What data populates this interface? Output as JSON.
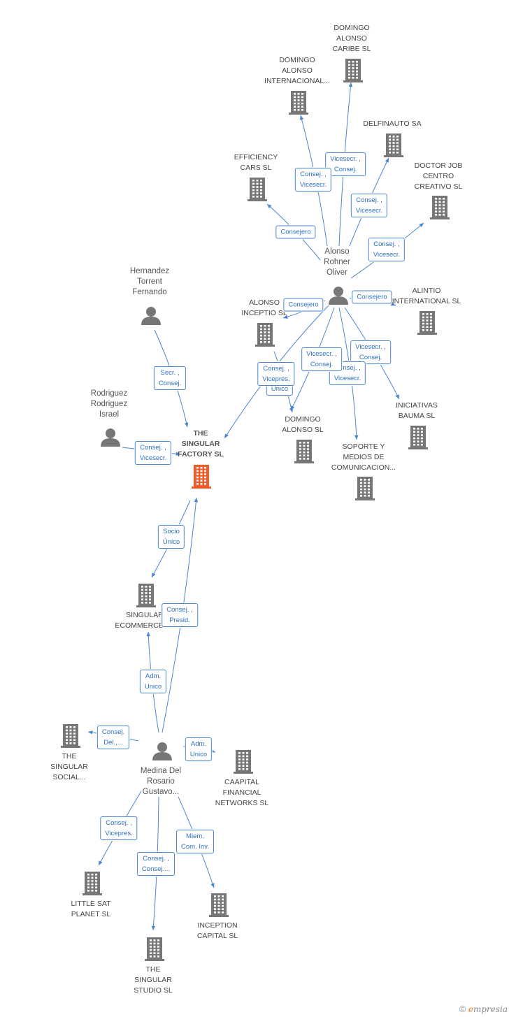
{
  "colors": {
    "edge": "#4a86d0",
    "edge_label_text": "#2d6fc2",
    "company_icon": "#777777",
    "focus_company_icon": "#f05a28",
    "person_icon": "#777777"
  },
  "nodes": [
    {
      "id": "domingo-caribe",
      "type": "company",
      "label": "DOMINGO\nALONSO\nCARIBE SL"
    },
    {
      "id": "domingo-internacional",
      "type": "company",
      "label": "DOMINGO\nALONSO\nINTERNACIONAL..."
    },
    {
      "id": "delfinauto",
      "type": "company",
      "label": "DELFINAUTO SA"
    },
    {
      "id": "efficiency-cars",
      "type": "company",
      "label": "EFFICIENCY\nCARS SL"
    },
    {
      "id": "doctor-job",
      "type": "company",
      "label": "DOCTOR JOB\nCENTRO\nCREATIVO SL"
    },
    {
      "id": "alonso-rohner",
      "type": "person",
      "label": "Alonso\nRohner\nOliver"
    },
    {
      "id": "alintio",
      "type": "company",
      "label": "ALINTIO\nINTERNATIONAL SL"
    },
    {
      "id": "alonso-inceptio",
      "type": "company",
      "label": "ALONSO\nINCEPTIO SL"
    },
    {
      "id": "hernandez",
      "type": "person",
      "label": "Hernandez\nTorrent\nFernando"
    },
    {
      "id": "rodriguez",
      "type": "person",
      "label": "Rodriguez\nRodriguez\nIsrael"
    },
    {
      "id": "singular-factory",
      "type": "focus",
      "label": "THE\nSINGULAR\nFACTORY SL"
    },
    {
      "id": "domingo-alonso",
      "type": "company",
      "label": "DOMINGO\nALONSO  SL"
    },
    {
      "id": "soporte",
      "type": "company",
      "label": "SOPORTE Y\nMEDIOS DE\nCOMUNICACION..."
    },
    {
      "id": "iniciativas",
      "type": "company",
      "label": "INICIATIVAS\nBAUMA SL"
    },
    {
      "id": "singular-ecommerce",
      "type": "company",
      "label": "SINGULAR\nECOMMERCE SL"
    },
    {
      "id": "singular-social",
      "type": "company",
      "label": "THE\nSINGULAR\nSOCIAL..."
    },
    {
      "id": "medina",
      "type": "person",
      "label": "Medina Del\nRosario\nGustavo..."
    },
    {
      "id": "caapital",
      "type": "company",
      "label": "CAAPITAL\nFINANCIAL\nNETWORKS  SL"
    },
    {
      "id": "little-sat",
      "type": "company",
      "label": "LITTLE SAT\nPLANET  SL"
    },
    {
      "id": "inception-capital",
      "type": "company",
      "label": "INCEPTION\nCAPITAL  SL"
    },
    {
      "id": "singular-studio",
      "type": "company",
      "label": "THE\nSINGULAR\nSTUDIO SL"
    }
  ],
  "edges": [
    {
      "from": "alonso-rohner",
      "to": "domingo-caribe",
      "label": "Vicesecr. ,\nConsej."
    },
    {
      "from": "alonso-rohner",
      "to": "domingo-internacional",
      "label": "Consej. ,\nVicesecr."
    },
    {
      "from": "alonso-rohner",
      "to": "delfinauto",
      "label": "Consej. ,\nVicesecr."
    },
    {
      "from": "alonso-rohner",
      "to": "efficiency-cars",
      "label": "Consejero"
    },
    {
      "from": "alonso-rohner",
      "to": "doctor-job",
      "label": "Consej. ,\nVicesecr."
    },
    {
      "from": "alonso-rohner",
      "to": "alintio",
      "label": "Consejero"
    },
    {
      "from": "alonso-rohner",
      "to": "alonso-inceptio",
      "label": "Consejero"
    },
    {
      "from": "alonso-rohner",
      "to": "iniciativas",
      "label": "Vicesecr. ,\nConsej."
    },
    {
      "from": "alonso-rohner",
      "to": "soporte",
      "label": "Consej. ,\nVicesecr."
    },
    {
      "from": "alonso-rohner",
      "to": "domingo-alonso",
      "label": "Vicesecr. ,\nConsej."
    },
    {
      "from": "alonso-inceptio",
      "to": "domingo-alonso",
      "label": "Socio\nÚnico"
    },
    {
      "from": "alonso-rohner",
      "to": "singular-factory",
      "label": "Consej. ,\nVicepres."
    },
    {
      "from": "hernandez",
      "to": "singular-factory",
      "label": "Secr. ,\nConsej."
    },
    {
      "from": "rodriguez",
      "to": "singular-factory",
      "label": "Consej. ,\nVicesecr."
    },
    {
      "from": "singular-factory",
      "to": "singular-ecommerce",
      "label": "Socio\nÚnico"
    },
    {
      "from": "medina",
      "to": "singular-factory",
      "label": "Consej. ,\nPresid."
    },
    {
      "from": "medina",
      "to": "singular-ecommerce",
      "label": "Adm.\nUnico"
    },
    {
      "from": "medina",
      "to": "singular-social",
      "label": "Consej.\nDel.,..."
    },
    {
      "from": "medina",
      "to": "caapital",
      "label": "Adm.\nUnico"
    },
    {
      "from": "medina",
      "to": "little-sat",
      "label": "Consej. ,\nVicepres."
    },
    {
      "from": "medina",
      "to": "singular-studio",
      "label": "Consej. ,\nConsej...."
    },
    {
      "from": "medina",
      "to": "inception-capital",
      "label": "Miem.\nCom. Inv."
    }
  ],
  "brand": {
    "copyright": "©",
    "initial": "e",
    "rest": "mpresia"
  }
}
